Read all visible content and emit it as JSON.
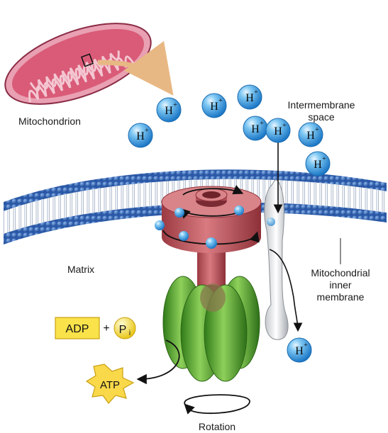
{
  "labels": {
    "mitochondrion": "Mitochondrion",
    "intermembrane_line1": "Intermembrane",
    "intermembrane_line2": "space",
    "matrix": "Matrix",
    "inner_membrane_line1": "Mitochondrial",
    "inner_membrane_line2": "inner",
    "inner_membrane_line3": "membrane",
    "rotation": "Rotation"
  },
  "ions": {
    "symbol": "H",
    "charge": "+"
  },
  "reactants": {
    "adp": "ADP",
    "plus": "+",
    "pi_symbol": "P",
    "pi_subscript": "i"
  },
  "product": {
    "atp": "ATP"
  },
  "colors": {
    "membrane_blue": "#2f63b7",
    "proton_blue": "#2f9ae0",
    "rotor_red": "#c0525a",
    "atp_synthase_green": "#5aa32c",
    "mitochondrion_pink": "#d95b78",
    "adp_box_yellow": "#f9e24a",
    "arrow_tan": "#e8b884"
  }
}
